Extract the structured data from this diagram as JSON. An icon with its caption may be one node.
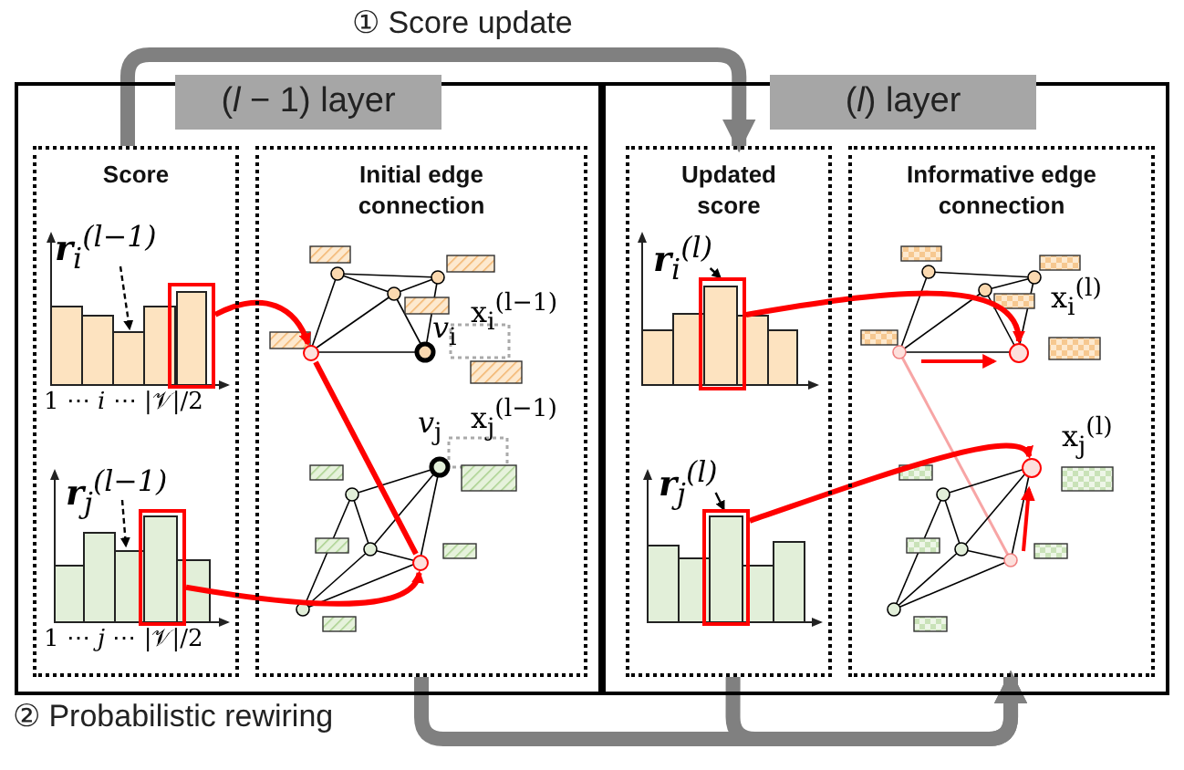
{
  "diagram": {
    "nodes": [
      {
        "text": [
          "(*l* − 1) layer"
        ]
      },
      {
        "text": [
          "Score"
        ],
        "in": 0
      },
      {
        "text": [
          "Initial edge connection"
        ],
        "in": 0
      },
      {
        "text": [
          "(*l*) layer"
        ]
      },
      {
        "text": [
          "Updated score"
        ],
        "in": 3
      },
      {
        "text": [
          "Informative edge connection"
        ],
        "in": 3
      },
      {
        "text": [
          "**r**$_{i}$$^{(l−1)}$"
        ],
        "in": 1
      },
      {
        "text": [],
        "shape": "bar",
        "in": 1
      },
      {
        "text": [
          "**r**$_{j}$$^{(l−1)}$"
        ],
        "in": 1
      },
      {
        "text": [],
        "shape": "bar",
        "in": 1
      },
      {
        "text": [],
        "shape": "circle",
        "in": 2
      },
      {
        "text": [],
        "shape": "circle",
        "in": 2
      },
      {
        "text": [
          "**r**$_{i}$$^{(l)}$"
        ],
        "in": 4
      },
      {
        "text": [],
        "shape": "bar",
        "in": 4
      },
      {
        "text": [
          "**r**$_{j}$$^{(l)}$"
        ],
        "in": 4
      },
      {
        "text": [],
        "shape": "bar",
        "in": 4
      },
      {
        "text": [],
        "shape": "circle",
        "in": 5
      },
      {
        "text": [],
        "shape": "circle",
        "in": 5
      }
    ],
    "edges": [
      {
        "from": 1,
        "to": 4,
        "arrow": "to",
        "label": "① Score update",
        "style": "thick",
        "color": "#808080"
      },
      {
        "from": 2,
        "to": 5,
        "arrow": "to",
        "label": "② Probabilistic rewiring",
        "style": "thick",
        "color": "#808080"
      },
      {
        "from": 4,
        "to": 5,
        "arrow": "to",
        "style": "thick",
        "color": "#808080"
      },
      {
        "from": 7,
        "to": 10,
        "arrow": "to"
      },
      {
        "from": 10,
        "to": 11,
        "arrow": "none"
      },
      {
        "from": 9,
        "to": 11,
        "arrow": "to"
      },
      {
        "from": 13,
        "to": 16,
        "arrow": "to"
      },
      {
        "from": 15,
        "to": 17,
        "arrow": "to"
      },
      {
        "from": 6,
        "to": null,
        "arrow": "to",
        "style": "dashed",
        "color": "#000000"
      },
      {
        "from": 8,
        "to": null,
        "arrow": "to",
        "style": "dashed",
        "color": "#000000"
      },
      {
        "from": 12,
        "to": 13,
        "arrow": "to",
        "color": "#000000"
      },
      {
        "from": 14,
        "to": 15,
        "arrow": "to",
        "color": "#000000"
      }
    ],
    "labels": [
      "1 ⋯ *i* ⋯ |𝒱|/2",
      "*v*$_{i}$",
      "x$_{i}$$^{(l−1)}$",
      "*v*$_{j}$",
      "x$_{j}$$^{(l−1)}$",
      "1 ⋯ *j* ⋯ |𝒱|/2",
      "x$_{i}$$^{(l)}$",
      "x$_{j}$$^{(l)}$"
    ]
  }
}
